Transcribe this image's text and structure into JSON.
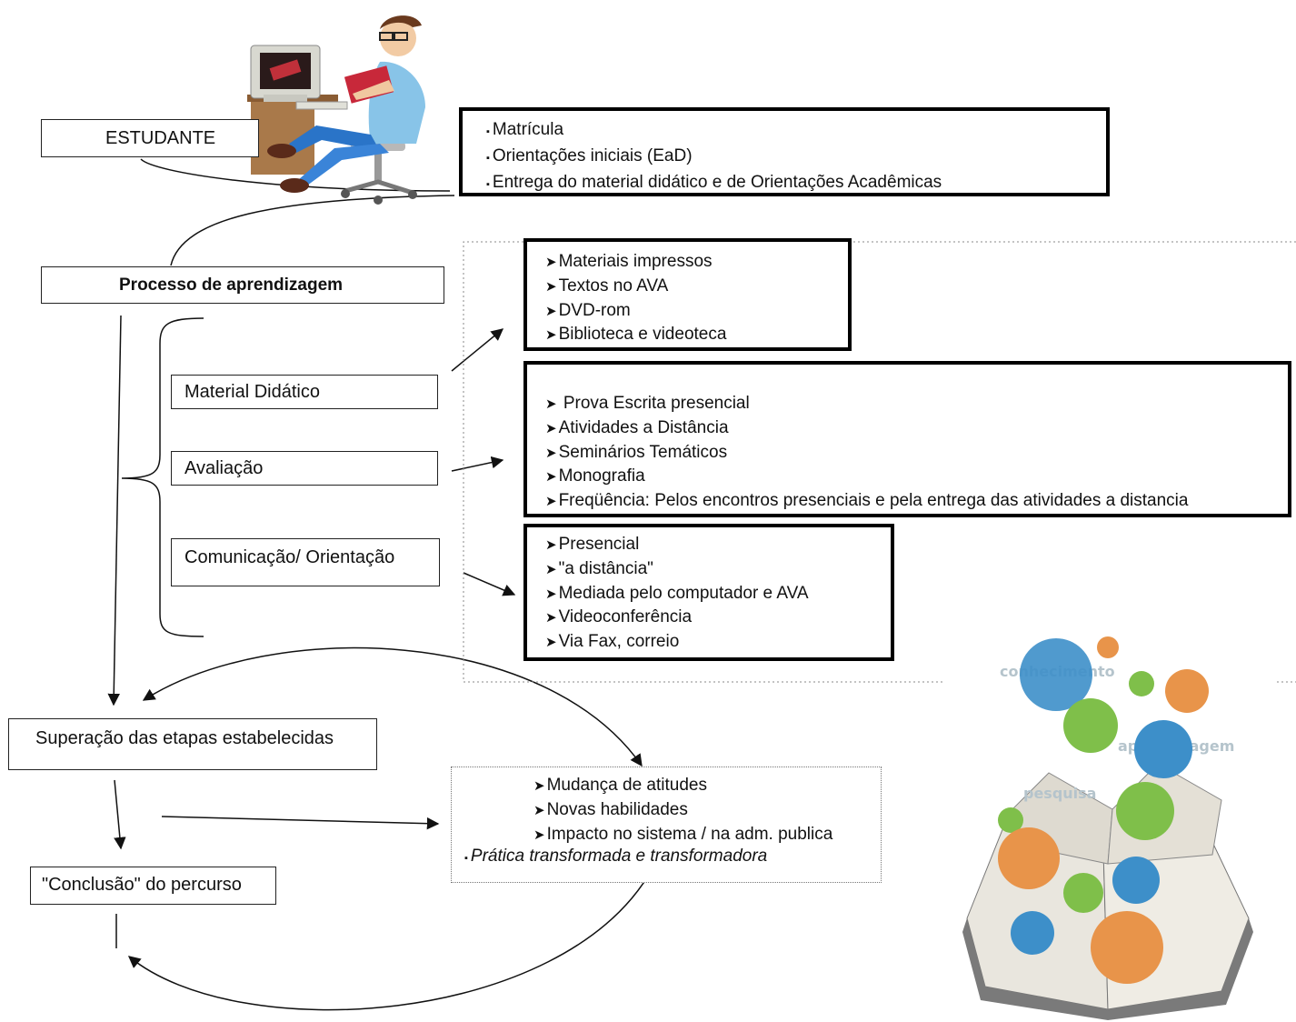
{
  "nodes": {
    "estudante": "ESTUDANTE",
    "processo": "Processo de  aprendizagem",
    "material": "Material Didático",
    "avaliacao": "Avaliação",
    "comunicacao": "Comunicação/ Orientação",
    "superacao": "Superação das etapas estabelecidas",
    "conclusao": "\"Conclusão\" do percurso"
  },
  "enrollment_box": {
    "items": [
      "Matrícula",
      "Orientações iniciais (EaD)",
      "Entrega do material didático e de Orientações  Acadêmicas"
    ]
  },
  "materials_box": {
    "items": [
      "Materiais impressos",
      "Textos no AVA",
      "DVD-rom",
      "Biblioteca e videoteca"
    ]
  },
  "assessment_box": {
    "items": [
      " Prova Escrita presencial",
      "Atividades a Distância",
      "Seminários Temáticos",
      "Monografia",
      "Freqüência: Pelos encontros presenciais e pela entrega das atividades a distancia"
    ]
  },
  "communication_box": {
    "items": [
      "Presencial",
      "\"a distância\"",
      "Mediada pelo computador e AVA",
      "Videoconferência",
      "Via Fax, correio"
    ]
  },
  "outcomes_box": {
    "items": [
      "Mudança de atitudes",
      "Novas habilidades",
      "Impacto no sistema / na adm. publica"
    ],
    "footer": "Prática transformada  e transformadora"
  },
  "illustration": {
    "words": [
      "conhecimento",
      "aprendizagem",
      "pesquisa"
    ]
  },
  "icons": {
    "student": "student-at-computer-illustration",
    "books": "books-with-bubbles-illustration"
  },
  "colors": {
    "box_border": "#000000",
    "line": "#111111",
    "bubble_blue": "#3d8fc9",
    "bubble_green": "#7fbf4a",
    "bubble_orange": "#e8944a"
  }
}
